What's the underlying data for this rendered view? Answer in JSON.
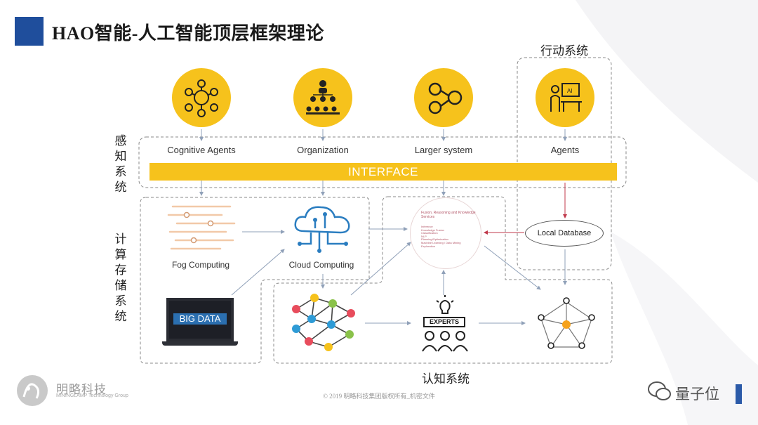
{
  "header": {
    "title": "HAO智能-人工智能顶层框架理论"
  },
  "sections": {
    "perception": "感知系统",
    "compute_storage": "计算存储系统",
    "action": "行动系统",
    "cognition": "认知系统"
  },
  "top_nodes": [
    {
      "label": "Cognitive Agents",
      "icon": "cognitive-agents-icon"
    },
    {
      "label": "Organization",
      "icon": "organization-icon"
    },
    {
      "label": "Larger system",
      "icon": "gears-icon"
    },
    {
      "label": "Agents",
      "icon": "ai-agent-icon"
    }
  ],
  "interface_label": "INTERFACE",
  "compute": {
    "fog": "Fog Computing",
    "cloud": "Cloud Computing",
    "big_data": "BIG DATA",
    "local_db": "Local Database"
  },
  "knowledge": {
    "title": "Fusion, Reasoning and Knowledge Services",
    "items": [
      "Inference",
      "Knowledge Fusion",
      "Classification",
      "NLP",
      "Planning/Optimization",
      "Machine Learning / Data Mining",
      "Exploration"
    ]
  },
  "experts_label": "EXPERTS",
  "footer": {
    "logo_name": "明略科技",
    "logo_sub": "MININGLAMP Technology Group",
    "copyright": "© 2019 明略科技集团版权所有_机密文件",
    "watermark": "量子位"
  },
  "colors": {
    "accent": "#f6c21c",
    "title_block": "#1f4e9c",
    "arrow_red": "#c0394b",
    "dashed": "#8a8a8a"
  }
}
